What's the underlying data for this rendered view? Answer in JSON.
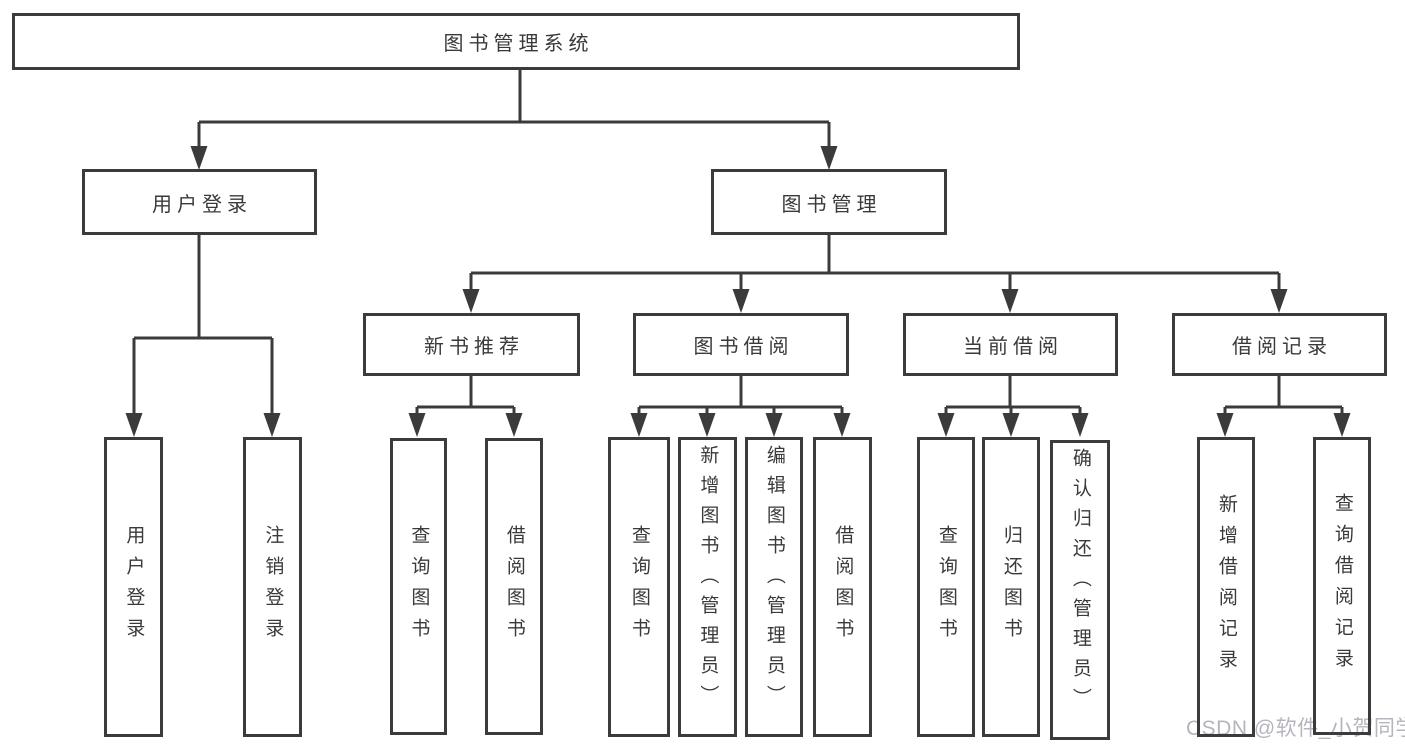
{
  "colors": {
    "line": "#3b3b3b",
    "text": "#3a3a3a",
    "box_bg": "#ffffff",
    "watermark": "#b5b5bf"
  },
  "watermark": {
    "text": "CSDN @软件_小贺同学"
  },
  "tree": {
    "label": "图书管理系统",
    "children": [
      {
        "label": "用户登录",
        "children": [
          {
            "label": "用户登录"
          },
          {
            "label": "注销登录"
          }
        ]
      },
      {
        "label": "图书管理",
        "children": [
          {
            "label": "新书推荐",
            "children": [
              {
                "label": "查询图书"
              },
              {
                "label": "借阅图书"
              }
            ]
          },
          {
            "label": "图书借阅",
            "children": [
              {
                "label": "查询图书"
              },
              {
                "label": "新增图书（管理员）"
              },
              {
                "label": "编辑图书（管理员）"
              },
              {
                "label": "借阅图书"
              }
            ]
          },
          {
            "label": "当前借阅",
            "children": [
              {
                "label": "查询图书"
              },
              {
                "label": "归还图书"
              },
              {
                "label": "确认归还（管理员）"
              }
            ]
          },
          {
            "label": "借阅记录",
            "children": [
              {
                "label": "新增借阅记录"
              },
              {
                "label": "查询借阅记录"
              }
            ]
          }
        ]
      }
    ]
  }
}
